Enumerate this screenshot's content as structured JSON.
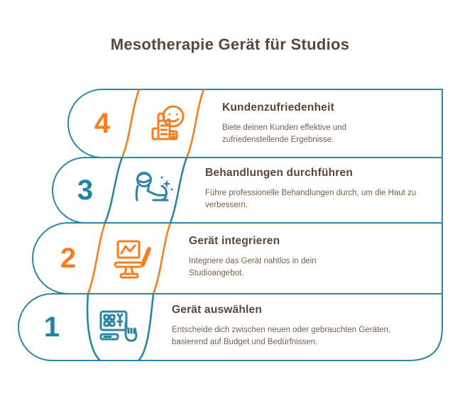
{
  "title": "Mesotherapie Gerät für Studios",
  "colors": {
    "orange_accent": "#F57E20",
    "teal_accent": "#2382A5",
    "outline_teal": "#2B86A5",
    "heading_brown": "#5B4637",
    "body_brown": "#76614B",
    "background": "#FFFFFF"
  },
  "steps": [
    {
      "number": "1",
      "accent": "teal",
      "icon": "device-select-hand-icon",
      "title": "Gerät auswählen",
      "description": "Entscheide dich zwischen neuen oder gebrauchten Geräten, basierend auf Budget und Bedürfnissen."
    },
    {
      "number": "2",
      "accent": "orange",
      "icon": "treatment-chair-monitor-icon",
      "title": "Gerät integrieren",
      "description": "Integriere das Gerät nahtlos in dein Studioangebot."
    },
    {
      "number": "3",
      "accent": "teal",
      "icon": "facial-treatment-icon",
      "title": "Behandlungen durchführen",
      "description": "Führe professionelle Behandlungen durch, um die Haut zu verbessern."
    },
    {
      "number": "4",
      "accent": "orange",
      "icon": "thumbs-up-smiley-icon",
      "title": "Kundenzufriedenheit",
      "description": "Biete deinen Kunden effektive und zufriedenstellende Ergebnisse."
    }
  ]
}
